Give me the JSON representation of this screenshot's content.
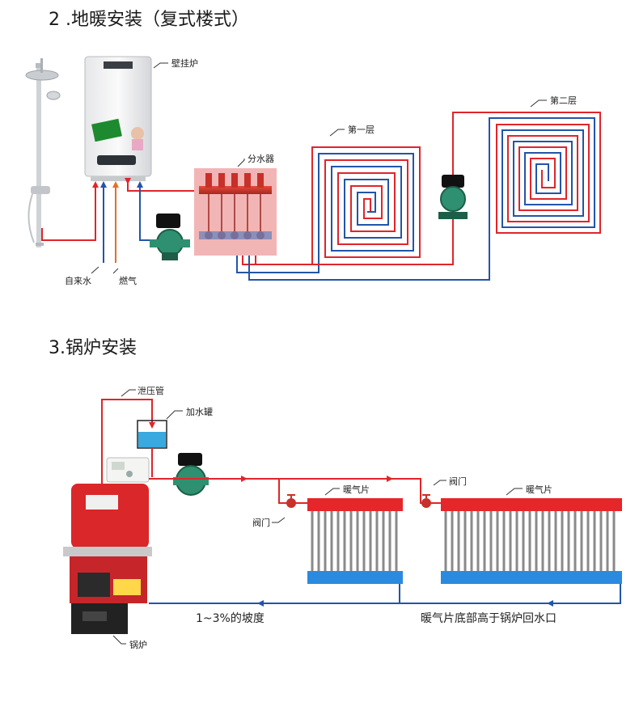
{
  "section1": {
    "title": "2 .地暖安装（复式楼式）",
    "labels": {
      "boiler": "壁挂炉",
      "manifold": "分水器",
      "floor1": "第一层",
      "floor2": "第二层",
      "tap_water": "自来水",
      "gas": "燃气"
    }
  },
  "section2": {
    "title": "3.锅炉安装",
    "labels": {
      "relief_pipe": "泄压管",
      "fill_tank": "加水罐",
      "valve_left": "阀门",
      "valve_right": "阀门",
      "radiator_left": "暖气片",
      "radiator_right": "暖气片",
      "slope": "1~3%的坡度",
      "note": "暖气片底部高于锅炉回水口",
      "boiler": "锅炉"
    }
  },
  "colors": {
    "supply": "#e0252a",
    "return": "#2255a8",
    "gas": "#e2702a",
    "radiator_top": "#e5262b",
    "radiator_bottom": "#2a8ae0",
    "manifold_bg": "#f2b5b5"
  }
}
